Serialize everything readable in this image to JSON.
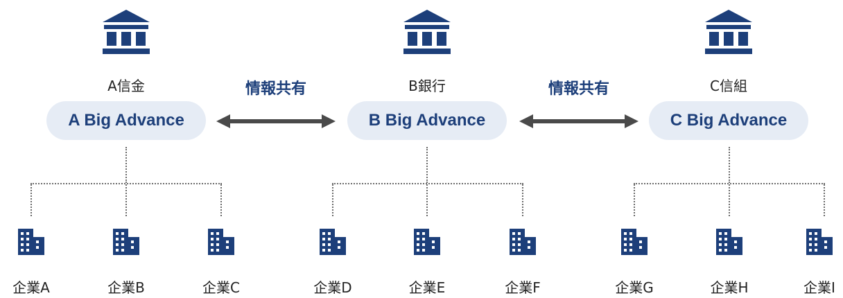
{
  "colors": {
    "navy": "#1d3f7a",
    "pill": "#e6ecf5",
    "arrow": "#4a4a4a",
    "dotted": "#6b6b6b"
  },
  "banks": [
    {
      "name": "A信金",
      "platform": "A Big Advance",
      "icon": "bank-icon"
    },
    {
      "name": "B銀行",
      "platform": "B Big Advance",
      "icon": "bank-icon"
    },
    {
      "name": "C信組",
      "platform": "C Big Advance",
      "icon": "bank-icon"
    }
  ],
  "share": [
    {
      "label": "情報共有",
      "icon": "double-arrow-icon"
    },
    {
      "label": "情報共有",
      "icon": "double-arrow-icon"
    }
  ],
  "companies": [
    {
      "name": "企業A",
      "icon": "building-icon"
    },
    {
      "name": "企業B",
      "icon": "building-icon"
    },
    {
      "name": "企業C",
      "icon": "building-icon"
    },
    {
      "name": "企業D",
      "icon": "building-icon"
    },
    {
      "name": "企業E",
      "icon": "building-icon"
    },
    {
      "name": "企業F",
      "icon": "building-icon"
    },
    {
      "name": "企業G",
      "icon": "building-icon"
    },
    {
      "name": "企業H",
      "icon": "building-icon"
    },
    {
      "name": "企業I",
      "icon": "building-icon"
    }
  ]
}
